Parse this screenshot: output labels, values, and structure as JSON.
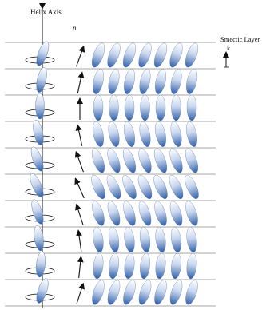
{
  "labels": {
    "helix_axis": "Helix Axis",
    "director": "n",
    "smectic_layer": "Smectic Layer",
    "layer_normal": "k"
  },
  "colors": {
    "molecule_dark": "#2f5fa8",
    "molecule_light": "#ffffff",
    "layer_line": "#8a8a8a",
    "ink": "#111111"
  },
  "layers": [
    {
      "angle": 20
    },
    {
      "angle": 12
    },
    {
      "angle": 0
    },
    {
      "angle": -12
    },
    {
      "angle": -20
    },
    {
      "angle": -24
    },
    {
      "angle": -18
    },
    {
      "angle": -8
    },
    {
      "angle": 6
    },
    {
      "angle": 18
    }
  ]
}
